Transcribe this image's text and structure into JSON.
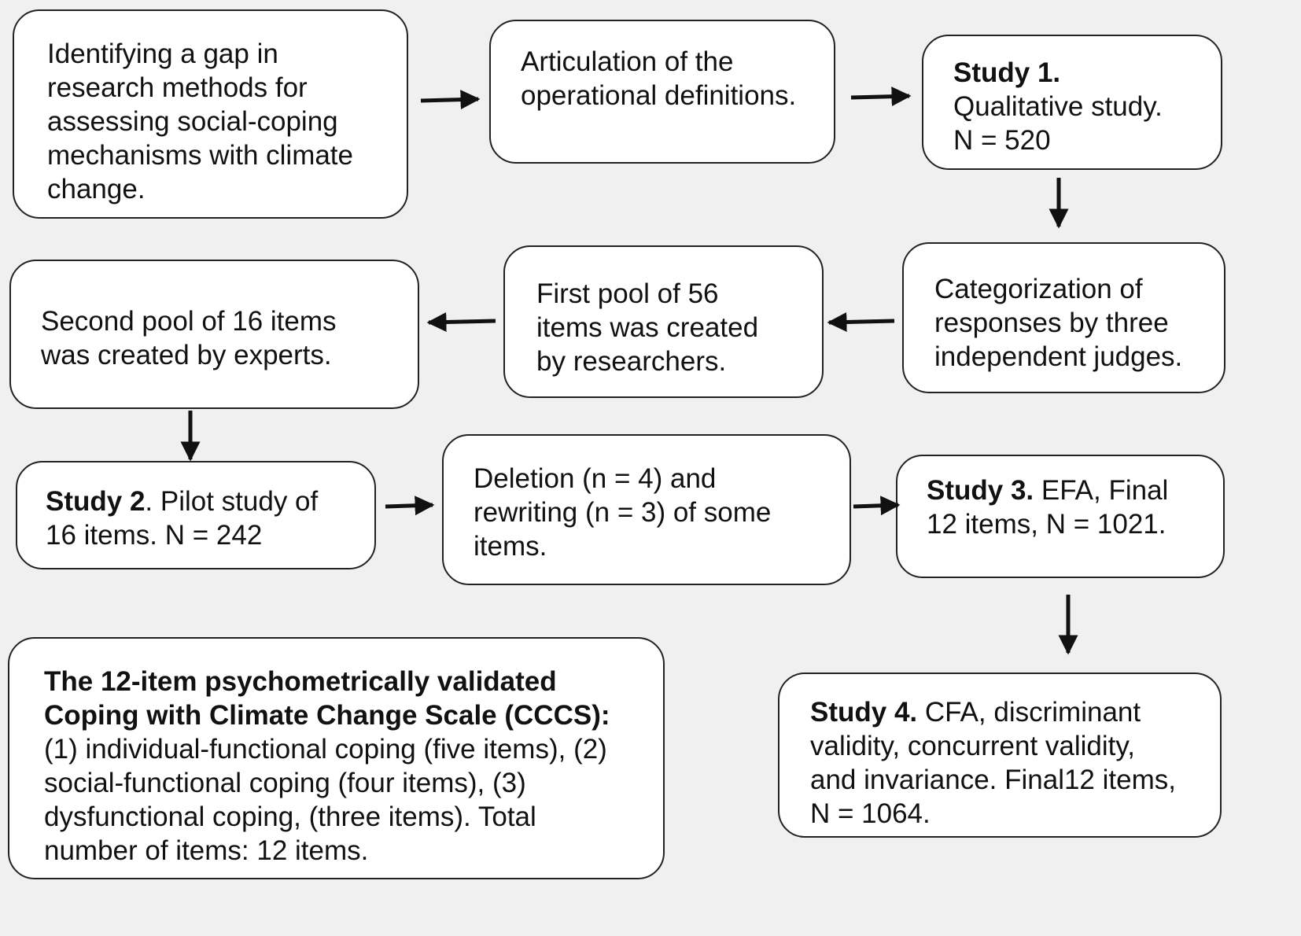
{
  "boxes": {
    "gap": {
      "lines": [
        "Identifying a gap in",
        "research methods for",
        "assessing social-coping",
        "mechanisms with climate",
        "change."
      ]
    },
    "articulation": {
      "lines": [
        "Articulation of the",
        "operational definitions."
      ]
    },
    "study1": {
      "heading": "Study 1.",
      "lines": [
        "Qualitative study.",
        "N = 520"
      ]
    },
    "categorization": {
      "lines": [
        "Categorization of",
        "responses by three",
        "independent judges."
      ]
    },
    "first_pool": {
      "lines": [
        "First pool of 56",
        "items was created",
        "by researchers."
      ]
    },
    "second_pool": {
      "lines": [
        "Second pool of 16 items",
        "was created by experts."
      ]
    },
    "study2": {
      "heading": "Study 2",
      "line1_rest": ". Pilot study of",
      "line2": "16 items. N = 242"
    },
    "deletion": {
      "lines": [
        "Deletion (n = 4) and",
        "rewriting (n = 3) of some",
        "items."
      ]
    },
    "study3": {
      "heading": "Study 3.",
      "line1_rest": " EFA, Final",
      "line2": "12 items, N = 1021."
    },
    "cccs": {
      "heading_lines": [
        "The 12-item psychometrically validated",
        "Coping with Climate Change Scale (CCCS):"
      ],
      "lines": [
        "(1) individual-functional coping (five items), (2)",
        "social-functional coping (four items), (3)",
        "dysfunctional coping, (three items). Total",
        "number of items: 12 items."
      ]
    },
    "study4": {
      "heading": "Study 4.",
      "line1_rest": " CFA, discriminant",
      "lines": [
        "validity, concurrent validity,",
        "and invariance. Final12 items,",
        "N = 1064."
      ]
    }
  }
}
